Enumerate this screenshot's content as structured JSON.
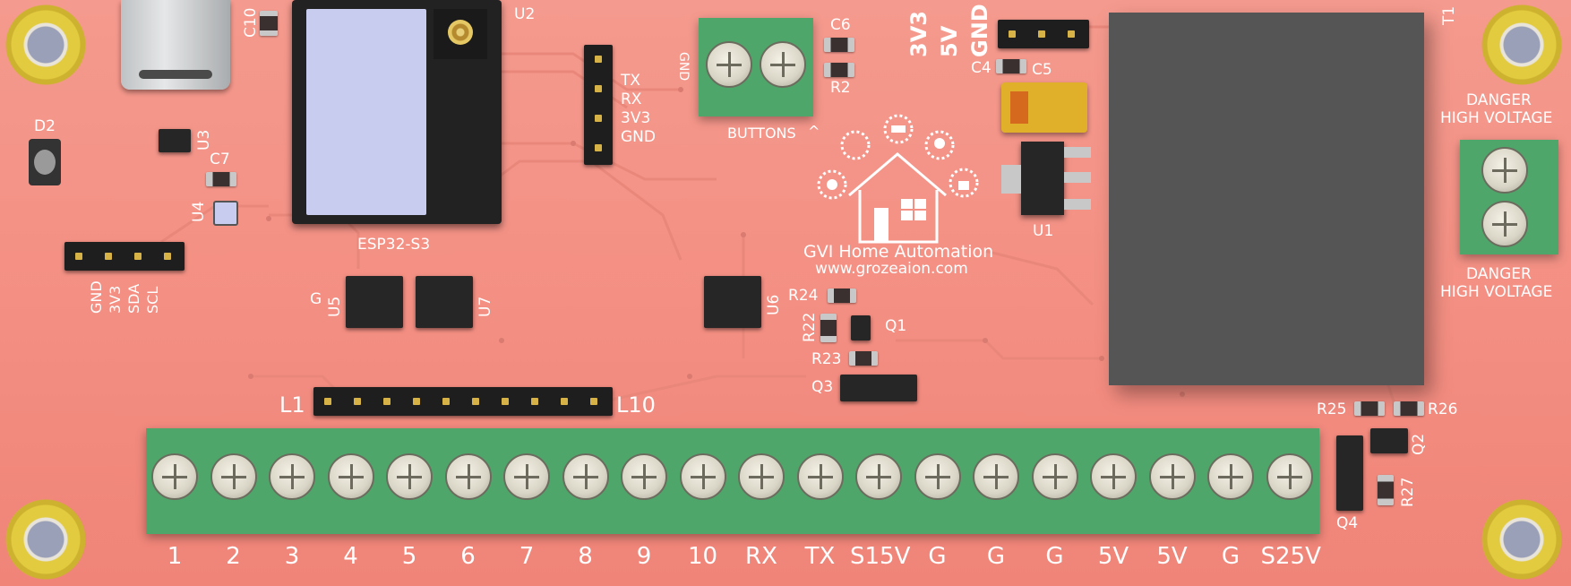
{
  "components": {
    "C10": "C10",
    "U2": "U2",
    "D2": "D2",
    "U3": "U3",
    "C7": "C7",
    "U4": "U4",
    "ESP32": "ESP32-S3",
    "C6": "C6",
    "R2": "R2",
    "C4": "C4",
    "C5": "C5",
    "U1": "U1",
    "T1": "T1",
    "U5": "U5",
    "G": "G",
    "U7": "U7",
    "U6": "U6",
    "R24": "R24",
    "R22": "R22",
    "Q1": "Q1",
    "R23": "R23",
    "Q3": "Q3",
    "L1": "L1",
    "L10": "L10",
    "R25": "R25",
    "R26": "R26",
    "Q2": "Q2",
    "R27": "R27",
    "Q4": "Q4",
    "GND_small": "GND"
  },
  "uart_header": [
    "TX",
    "RX",
    "3V3",
    "GND"
  ],
  "power_header": [
    "3V3",
    "5V",
    "GND"
  ],
  "i2c_header": [
    "GND",
    "3V3",
    "SDA",
    "SCL"
  ],
  "buttons_label": "BUTTONS",
  "danger": {
    "line1": "DANGER",
    "line2": "HIGH VOLTAGE"
  },
  "logo": {
    "title": "GVI Home Automation",
    "url": "www.grozeaion.com"
  },
  "terminal_labels": [
    "1",
    "2",
    "3",
    "4",
    "5",
    "6",
    "7",
    "8",
    "9",
    "10",
    "RX",
    "TX",
    "S15V",
    "G",
    "G",
    "G",
    "5V",
    "5V",
    "G",
    "S25V"
  ]
}
